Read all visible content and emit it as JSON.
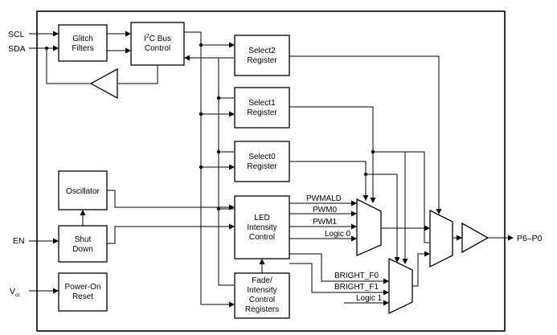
{
  "signals": {
    "scl": "SCL",
    "sda": "SDA",
    "en": "EN",
    "vcc_main": "V",
    "vcc_sub": "cc",
    "output": "P6–P0"
  },
  "blocks": {
    "glitch": [
      "Glitch",
      "Filters"
    ],
    "i2c_prefix": "I",
    "i2c_sup": "2",
    "i2c_rest": "C Bus",
    "i2c_line2": "Control",
    "select2": [
      "Select2",
      "Register"
    ],
    "select1": [
      "Select1",
      "Register"
    ],
    "select0": [
      "Select0",
      "Register"
    ],
    "oscillator": "Oscillator",
    "shutdown": [
      "Shut",
      "Down"
    ],
    "led": [
      "LED",
      "Intensity",
      "Control"
    ],
    "poweron": [
      "Power-On",
      "Reset"
    ],
    "fade": [
      "Fade/",
      "Intensity",
      "Control",
      "Registers"
    ]
  },
  "mux_inputs": {
    "pwmald": "PWMALD",
    "pwm0": "PWM0",
    "pwm1": "PWM1",
    "logic0": "Logic 0",
    "bright_f0": "BRIGHT_F0",
    "bright_f1": "BRIGHT_F1",
    "logic1": "Logic 1"
  }
}
